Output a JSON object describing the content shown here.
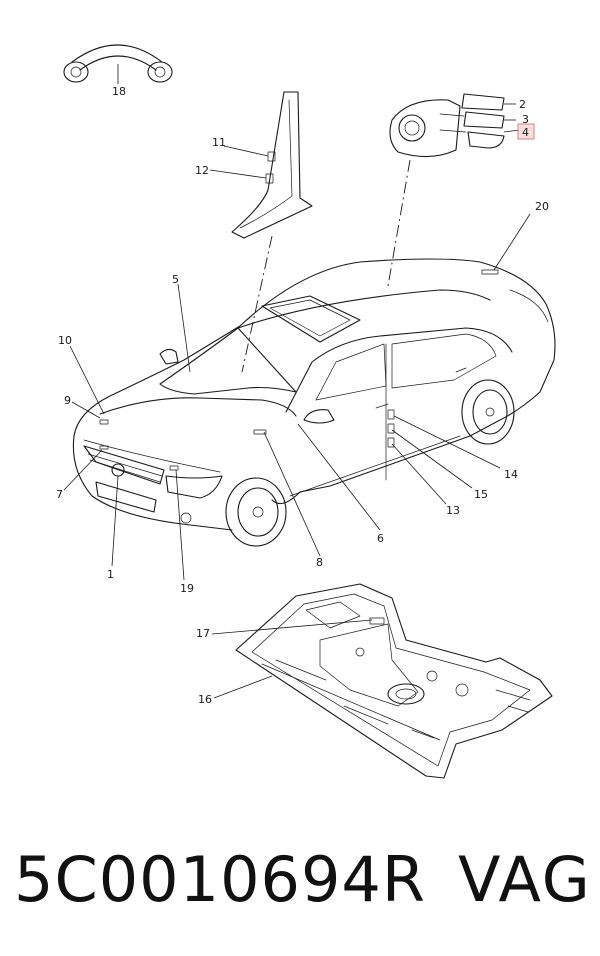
{
  "callouts": [
    {
      "id": "1",
      "label": "1"
    },
    {
      "id": "2",
      "label": "2"
    },
    {
      "id": "3",
      "label": "3"
    },
    {
      "id": "4",
      "label": "4"
    },
    {
      "id": "5",
      "label": "5"
    },
    {
      "id": "6",
      "label": "6"
    },
    {
      "id": "7",
      "label": "7"
    },
    {
      "id": "8",
      "label": "8"
    },
    {
      "id": "9",
      "label": "9"
    },
    {
      "id": "10",
      "label": "10"
    },
    {
      "id": "11",
      "label": "11"
    },
    {
      "id": "12",
      "label": "12"
    },
    {
      "id": "13",
      "label": "13"
    },
    {
      "id": "14",
      "label": "14"
    },
    {
      "id": "15",
      "label": "15"
    },
    {
      "id": "16",
      "label": "16"
    },
    {
      "id": "17",
      "label": "17"
    },
    {
      "id": "18",
      "label": "18"
    },
    {
      "id": "19",
      "label": "19"
    },
    {
      "id": "20",
      "label": "20"
    }
  ],
  "highlighted_callout": "4",
  "colors": {
    "highlight_fill": "#fde0e0",
    "highlight_stroke": "#e07070",
    "line": "#1a1a1a"
  },
  "footer": {
    "part_number": "5C0010694R",
    "brand": "VAG"
  }
}
